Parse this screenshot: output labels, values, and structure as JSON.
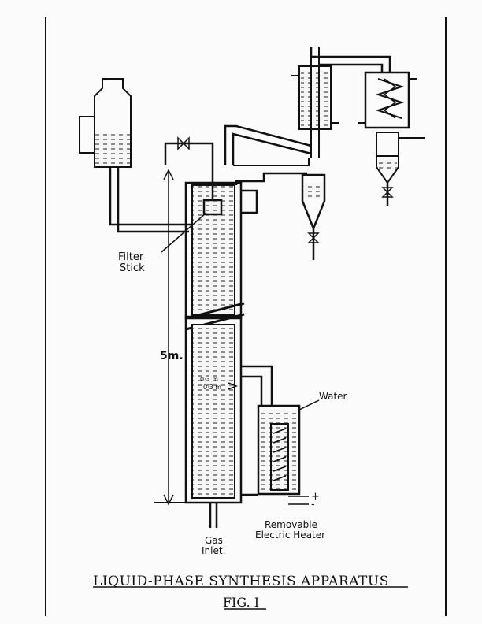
{
  "labels": {
    "filter_1": "Filter",
    "filter_2": "Stick",
    "height": "5m.",
    "dim_1": "0·3 m",
    "dim_2": "0·3 m",
    "water": "Water",
    "heater_1": "Removable",
    "heater_2": "Electric Heater",
    "gas_1": "Gas",
    "gas_2": "Inlet.",
    "plus": "+",
    "minus": "-"
  },
  "caption": {
    "title": "LIQUID-PHASE SYNTHESIS APPARATUS",
    "fig": "FIG. I"
  }
}
